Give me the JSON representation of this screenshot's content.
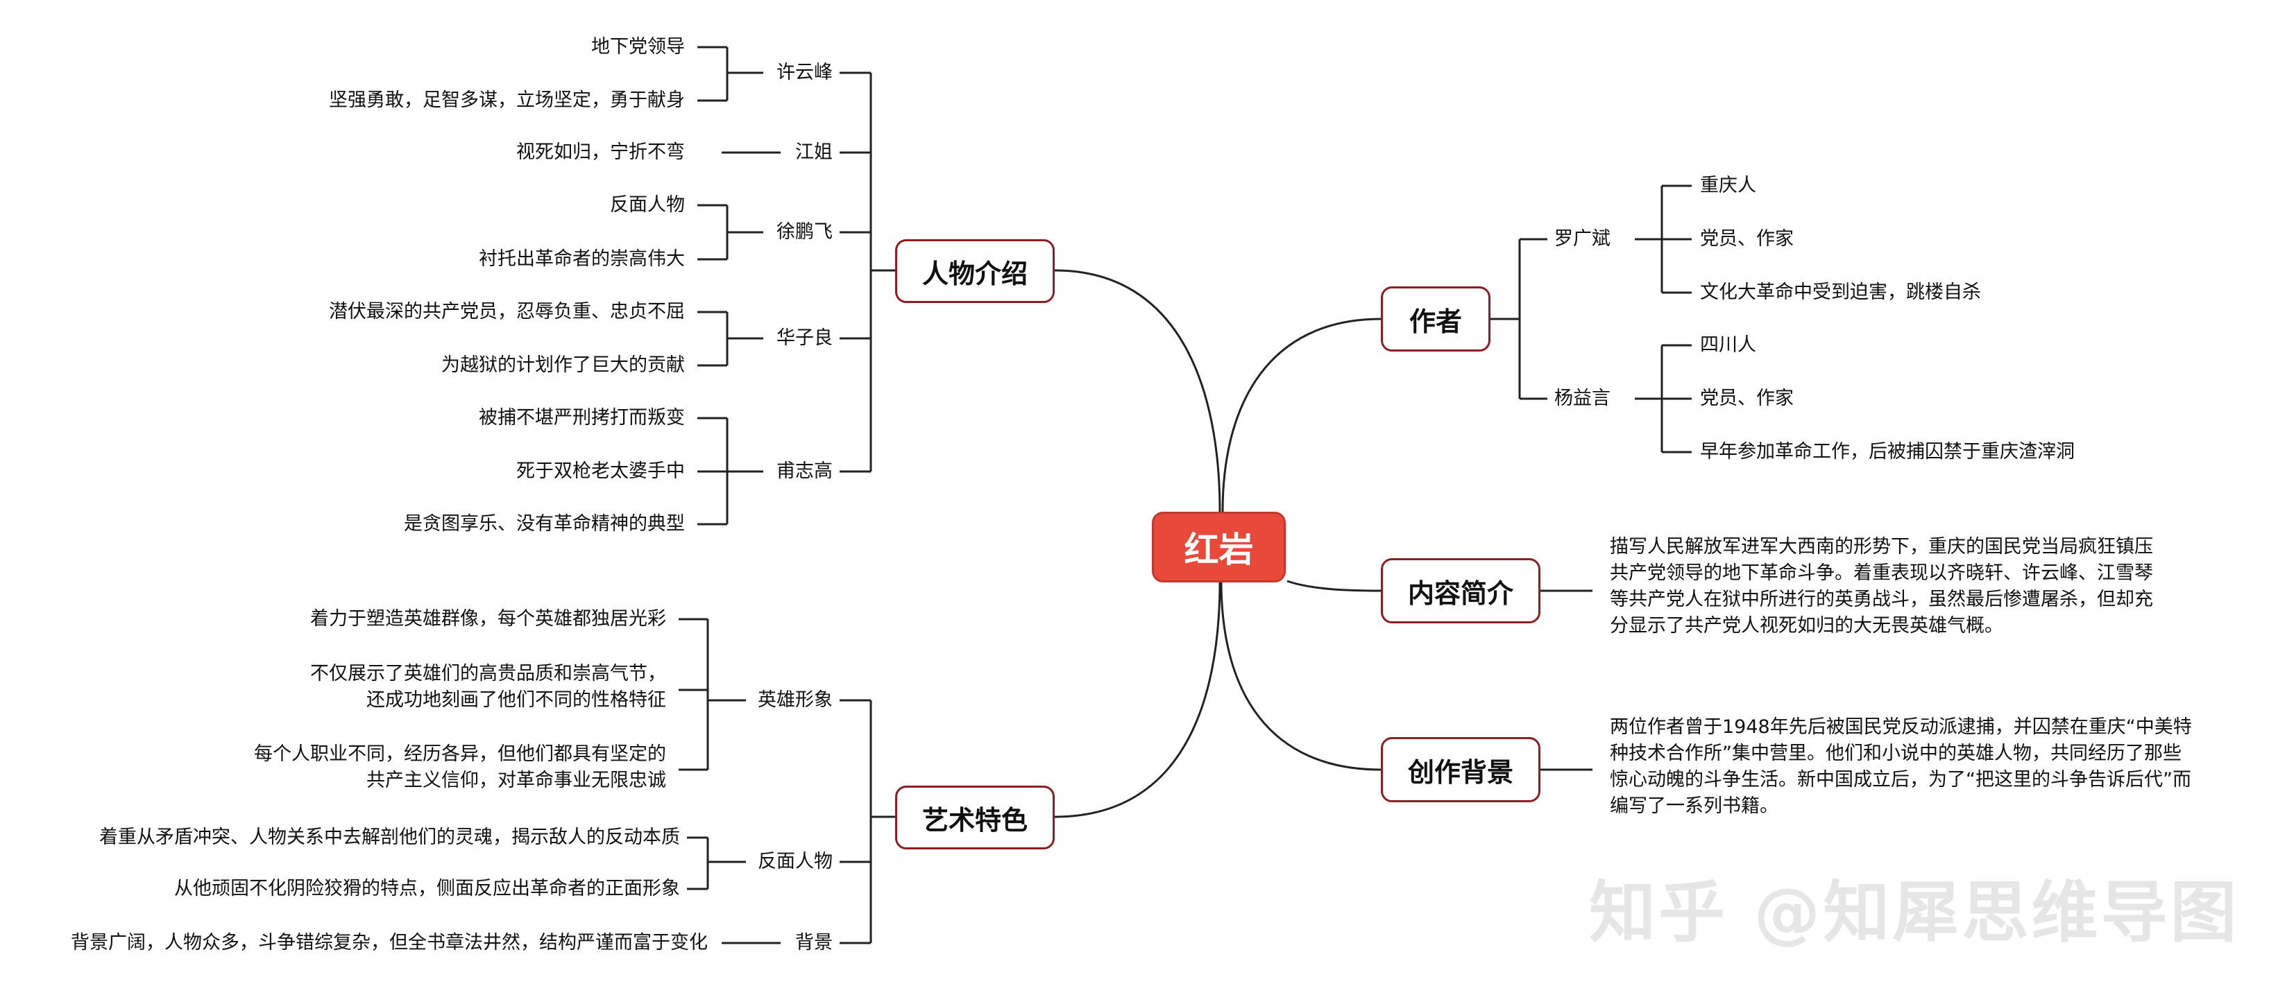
{
  "root": "红岩",
  "left": {
    "characters": {
      "label": "人物介绍",
      "items": [
        {
          "name": "许云峰",
          "details": [
            "地下党领导",
            "坚强勇敢，足智多谋，立场坚定，勇于献身"
          ]
        },
        {
          "name": "江姐",
          "details": [
            "视死如归，宁折不弯"
          ]
        },
        {
          "name": "徐鹏飞",
          "details": [
            "反面人物",
            "衬托出革命者的崇高伟大"
          ]
        },
        {
          "name": "华子良",
          "details": [
            "潜伏最深的共产党员，忍辱负重、忠贞不屈",
            "为越狱的计划作了巨大的贡献"
          ]
        },
        {
          "name": "甫志高",
          "details": [
            "被捕不堪严刑拷打而叛变",
            "死于双枪老太婆手中",
            "是贪图享乐、没有革命精神的典型"
          ]
        }
      ]
    },
    "art": {
      "label": "艺术特色",
      "items": [
        {
          "name": "英雄形象",
          "details": [
            [
              "着力于塑造英雄群像，每个英雄都独居光彩"
            ],
            [
              "不仅展示了英雄们的高贵品质和崇高气节，",
              "还成功地刻画了他们不同的性格特征"
            ],
            [
              "每个人职业不同，经历各异，但他们都具有坚定的",
              "共产主义信仰，对革命事业无限忠诚"
            ]
          ]
        },
        {
          "name": "反面人物",
          "details": [
            [
              "着重从矛盾冲突、人物关系中去解剖他们的灵魂，揭示敌人的反动本质"
            ],
            [
              "从他顽固不化阴险狡猾的特点，侧面反应出革命者的正面形象"
            ]
          ]
        },
        {
          "name": "背景",
          "details": [
            [
              "背景广阔，人物众多，斗争错综复杂，但全书章法井然，结构严谨而富于变化"
            ]
          ]
        }
      ]
    }
  },
  "right": {
    "author": {
      "label": "作者",
      "items": [
        {
          "name": "罗广斌",
          "details": [
            "重庆人",
            "党员、作家",
            "文化大革命中受到迫害，跳楼自杀"
          ]
        },
        {
          "name": "杨益言",
          "details": [
            "四川人",
            "党员、作家",
            "早年参加革命工作，后被捕囚禁于重庆渣滓洞"
          ]
        }
      ]
    },
    "summary": {
      "label": "内容简介",
      "lines": [
        "描写人民解放军进军大西南的形势下，重庆的国民党当局疯狂镇压",
        "共产党领导的地下革命斗争。着重表现以齐晓轩、许云峰、江雪琴",
        "等共产党人在狱中所进行的英勇战斗，虽然最后惨遭屠杀，但却充",
        "分显示了共产党人视死如归的大无畏英雄气概。"
      ]
    },
    "background": {
      "label": "创作背景",
      "lines": [
        "两位作者曾于1948年先后被国民党反动派逮捕，并囚禁在重庆“中美特",
        "种技术合作所”集中营里。他们和小说中的英雄人物，共同经历了那些",
        "惊心动魄的斗争生活。新中国成立后，为了“把这里的斗争告诉后代”而",
        "编写了一系列书籍。"
      ]
    }
  },
  "watermark": "知乎 @知犀思维导图",
  "colors": {
    "root": "#e8493a",
    "border": "#8a1f24",
    "line": "#222222"
  }
}
